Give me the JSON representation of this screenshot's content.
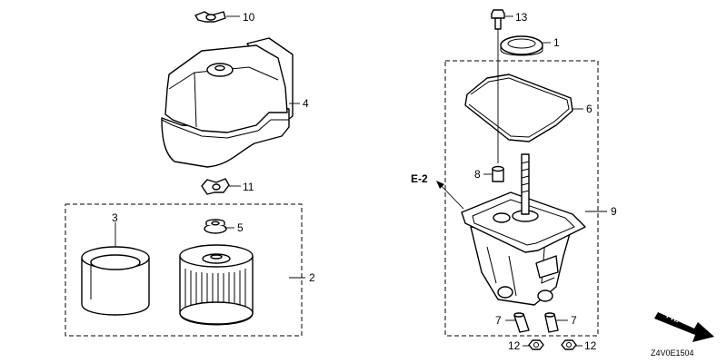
{
  "callouts": {
    "c1": "1",
    "c2": "2",
    "c3": "3",
    "c4": "4",
    "c5": "5",
    "c6": "6",
    "c7a": "7",
    "c7b": "7",
    "c8": "8",
    "c9": "9",
    "c10": "10",
    "c11": "11",
    "c12a": "12",
    "c12b": "12",
    "c13": "13"
  },
  "reference": {
    "label": "E-2"
  },
  "front_indicator": {
    "label": "FR.",
    "icon": "front-arrow-icon"
  },
  "diagram_code": "Z4V0E1504"
}
